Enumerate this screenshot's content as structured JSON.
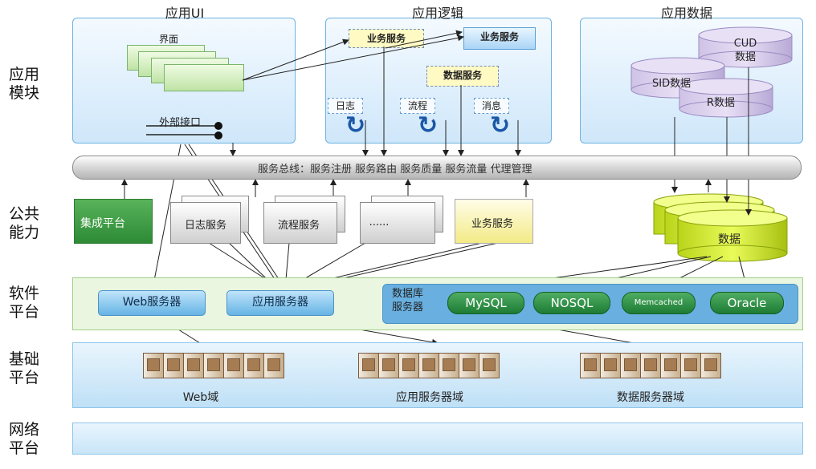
{
  "layers": {
    "app": "应用\n模块",
    "common": "公共\n能力",
    "software": "软件\n平台",
    "base": "基础\n平台",
    "network": "网络\n平台"
  },
  "app_ui": {
    "title": "应用UI",
    "ui_label": "界面",
    "ext_interface": "外部接口"
  },
  "app_logic": {
    "title": "应用逻辑",
    "biz_service_1": "业务服务",
    "biz_service_2": "业务服务",
    "data_service": "数据服务",
    "log": "日志",
    "flow": "流程",
    "message": "消息"
  },
  "app_data": {
    "title": "应用数据",
    "cud": "CUD\n数据",
    "sid": "SID数据",
    "r": "R数据"
  },
  "bus": {
    "text": "服务总线：服务注册  服务路由  服务质量  服务流量  代理管理"
  },
  "common": {
    "integration": "集成平台",
    "log_service": "日志服务",
    "flow_service": "流程服务",
    "ellipsis": "......",
    "biz_service": "业务服务",
    "data": "数据"
  },
  "software": {
    "web_server": "Web服务器",
    "app_server": "应用服务器",
    "db_server": "数据库\n服务器",
    "mysql": "MySQL",
    "nosql": "NOSQL",
    "memcached": "Memcached",
    "oracle": "Oracle"
  },
  "base": {
    "web_domain": "Web域",
    "app_domain": "应用服务器域",
    "data_domain": "数据服务器域"
  },
  "colors": {
    "panel_border": "#6db3e0",
    "green_pill": "#1d7b34",
    "yellow_doc": "#fff9c4",
    "lime_cylinder": "#c6e21f"
  }
}
